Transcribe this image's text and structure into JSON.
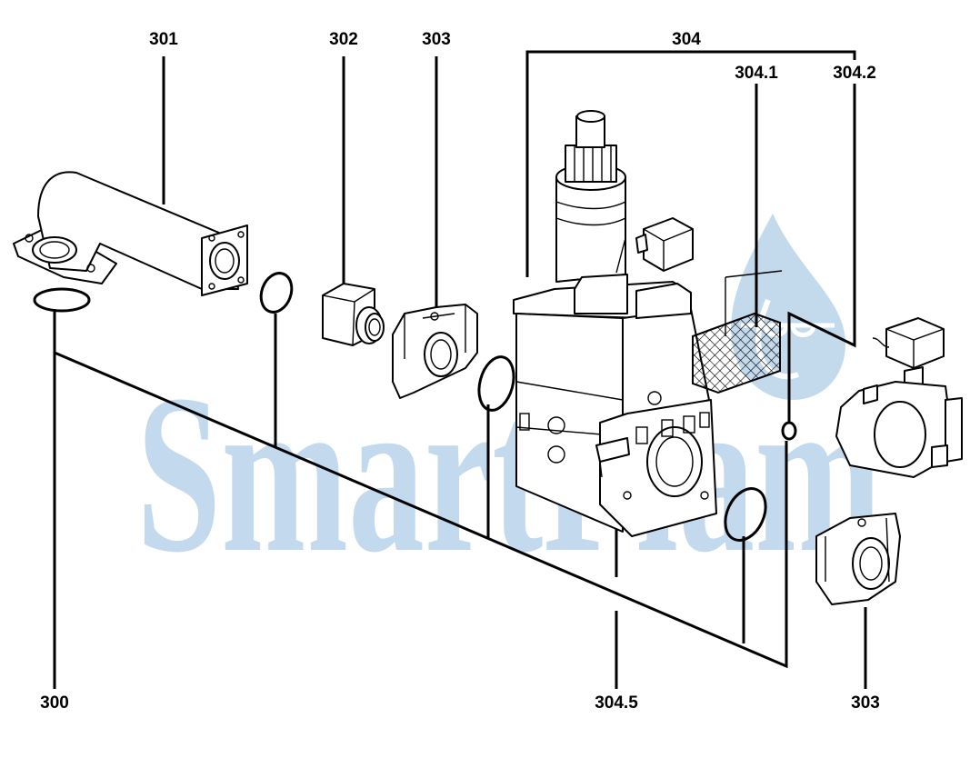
{
  "watermark": {
    "text": "SmartFlam",
    "color": "#b9d3ea"
  },
  "labels": {
    "l300": "300",
    "l301": "301",
    "l302": "302",
    "l303_top": "303",
    "l303_bottom": "303",
    "l304": "304",
    "l304_1": "304.1",
    "l304_2": "304.2",
    "l304_5": "304.5"
  },
  "icons": {
    "watermark_logo": "flame-drop-icon"
  }
}
